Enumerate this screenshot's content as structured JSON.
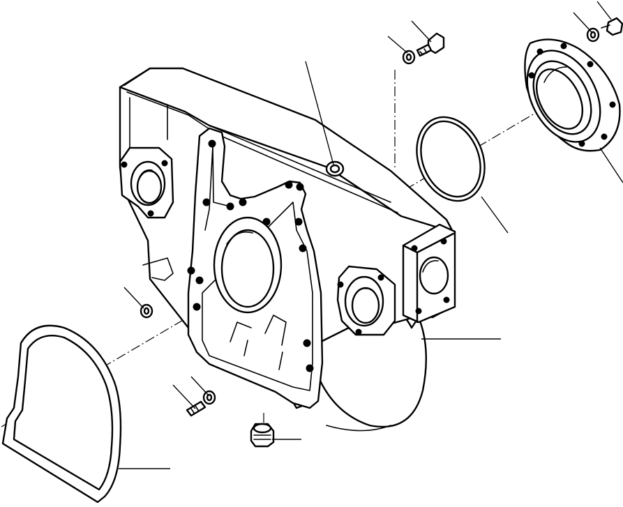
{
  "diagram": {
    "parts": [
      {
        "id": "flywheel-housing",
        "icon": "flywheel-housing"
      },
      {
        "id": "rear-oil-seal",
        "icon": "oil-seal"
      },
      {
        "id": "o-ring",
        "icon": "o-ring"
      },
      {
        "id": "housing-gasket",
        "icon": "gasket"
      },
      {
        "id": "plug",
        "icon": "plug"
      },
      {
        "id": "bolt",
        "icon": "bolt"
      },
      {
        "id": "washer",
        "icon": "washer"
      }
    ],
    "colors": {
      "line": "#000000",
      "background": "#ffffff"
    }
  }
}
